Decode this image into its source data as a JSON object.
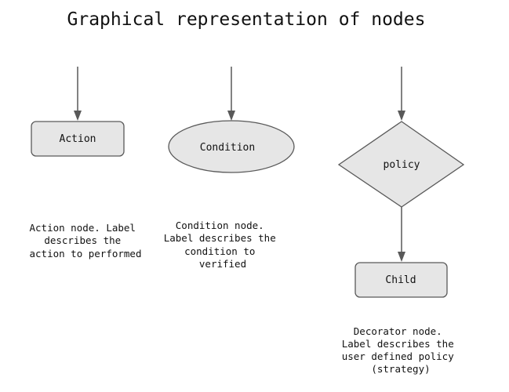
{
  "title": "Graphical representation of nodes",
  "colors": {
    "node_fill": "#e6e6e6",
    "node_stroke": "#595959",
    "arrow": "#595959",
    "text": "#111111"
  },
  "nodes": {
    "action": {
      "label": "Action",
      "shape": "rounded-rectangle",
      "description": [
        "Action node. Label",
        "describes the",
        "action to performed"
      ]
    },
    "condition": {
      "label": "Condition",
      "shape": "ellipse",
      "description": [
        "Condition node.",
        "Label describes the",
        "condition to",
        "verified"
      ]
    },
    "policy": {
      "label": "policy",
      "shape": "diamond",
      "description": [
        "Decorator node.",
        "Label describes the",
        "user defined policy",
        "(strategy)"
      ]
    },
    "child": {
      "label": "Child",
      "shape": "rounded-rectangle"
    }
  }
}
